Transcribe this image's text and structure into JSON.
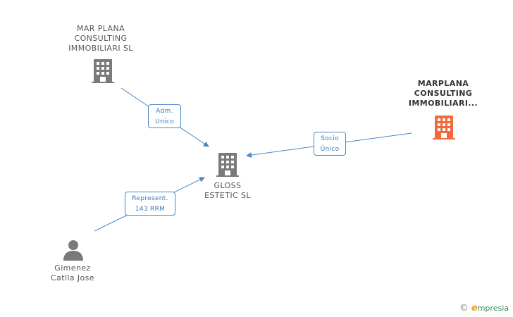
{
  "colors": {
    "edge": "#4a86c8",
    "building_default": "#7a7a7a",
    "building_highlight": "#f26a3c",
    "person": "#7a7a7a"
  },
  "nodes": {
    "mar_plana": {
      "label": "MAR PLANA\nCONSULTING\nIMMOBILIARI  SL",
      "icon": "building-icon"
    },
    "marplana": {
      "label": "MARPLANA\nCONSULTING\nIMMOBILIARI...",
      "icon": "building-icon"
    },
    "gloss": {
      "label": "GLOSS\nESTETIC SL",
      "icon": "building-icon"
    },
    "gimenez": {
      "label": "Gimenez\nCatlla Jose",
      "icon": "person-icon"
    }
  },
  "edges": {
    "adm": {
      "label": "Adm.\nUnico"
    },
    "socio": {
      "label": "Socio\nÚnico"
    },
    "represent": {
      "label": "Represent.\n143 RRM"
    }
  },
  "brand": {
    "copyright": "©",
    "initial": "e",
    "name": "mpresia"
  }
}
